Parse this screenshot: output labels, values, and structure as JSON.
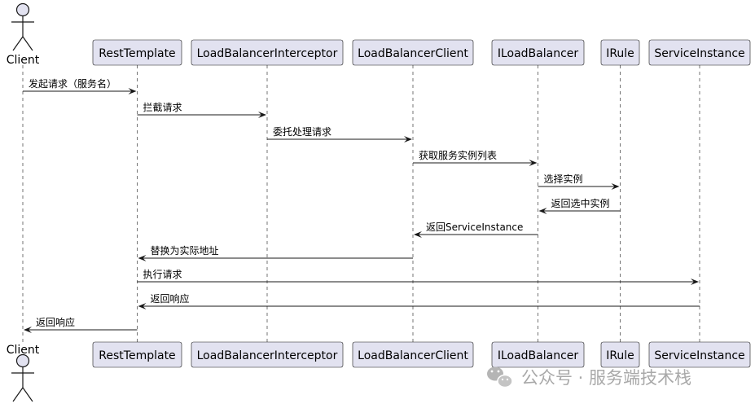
{
  "diagram": {
    "type": "sequence",
    "participants": [
      {
        "id": "client",
        "label": "Client",
        "kind": "actor"
      },
      {
        "id": "rest",
        "label": "RestTemplate",
        "kind": "box"
      },
      {
        "id": "lbi",
        "label": "LoadBalancerInterceptor",
        "kind": "box"
      },
      {
        "id": "lbc",
        "label": "LoadBalancerClient",
        "kind": "box"
      },
      {
        "id": "ilb",
        "label": "ILoadBalancer",
        "kind": "box"
      },
      {
        "id": "irule",
        "label": "IRule",
        "kind": "box"
      },
      {
        "id": "si",
        "label": "ServiceInstance",
        "kind": "box"
      }
    ],
    "messages": [
      {
        "from": "client",
        "to": "rest",
        "label": "发起请求（服务名）"
      },
      {
        "from": "rest",
        "to": "lbi",
        "label": "拦截请求"
      },
      {
        "from": "lbi",
        "to": "lbc",
        "label": "委托处理请求"
      },
      {
        "from": "lbc",
        "to": "ilb",
        "label": "获取服务实例列表"
      },
      {
        "from": "ilb",
        "to": "irule",
        "label": "选择实例"
      },
      {
        "from": "irule",
        "to": "ilb",
        "label": "返回选中实例"
      },
      {
        "from": "ilb",
        "to": "lbc",
        "label": "返回ServiceInstance"
      },
      {
        "from": "lbc",
        "to": "rest",
        "label": "替换为实际地址"
      },
      {
        "from": "rest",
        "to": "si",
        "label": "执行请求"
      },
      {
        "from": "si",
        "to": "rest",
        "label": "返回响应"
      },
      {
        "from": "rest",
        "to": "client",
        "label": "返回响应"
      }
    ]
  },
  "watermark": {
    "text": "公众号 · 服务端技术栈"
  },
  "colors": {
    "box_fill": "#e2e2f0",
    "box_stroke": "#181818",
    "lifeline": "#181818",
    "watermark": "#a9a9a9"
  }
}
